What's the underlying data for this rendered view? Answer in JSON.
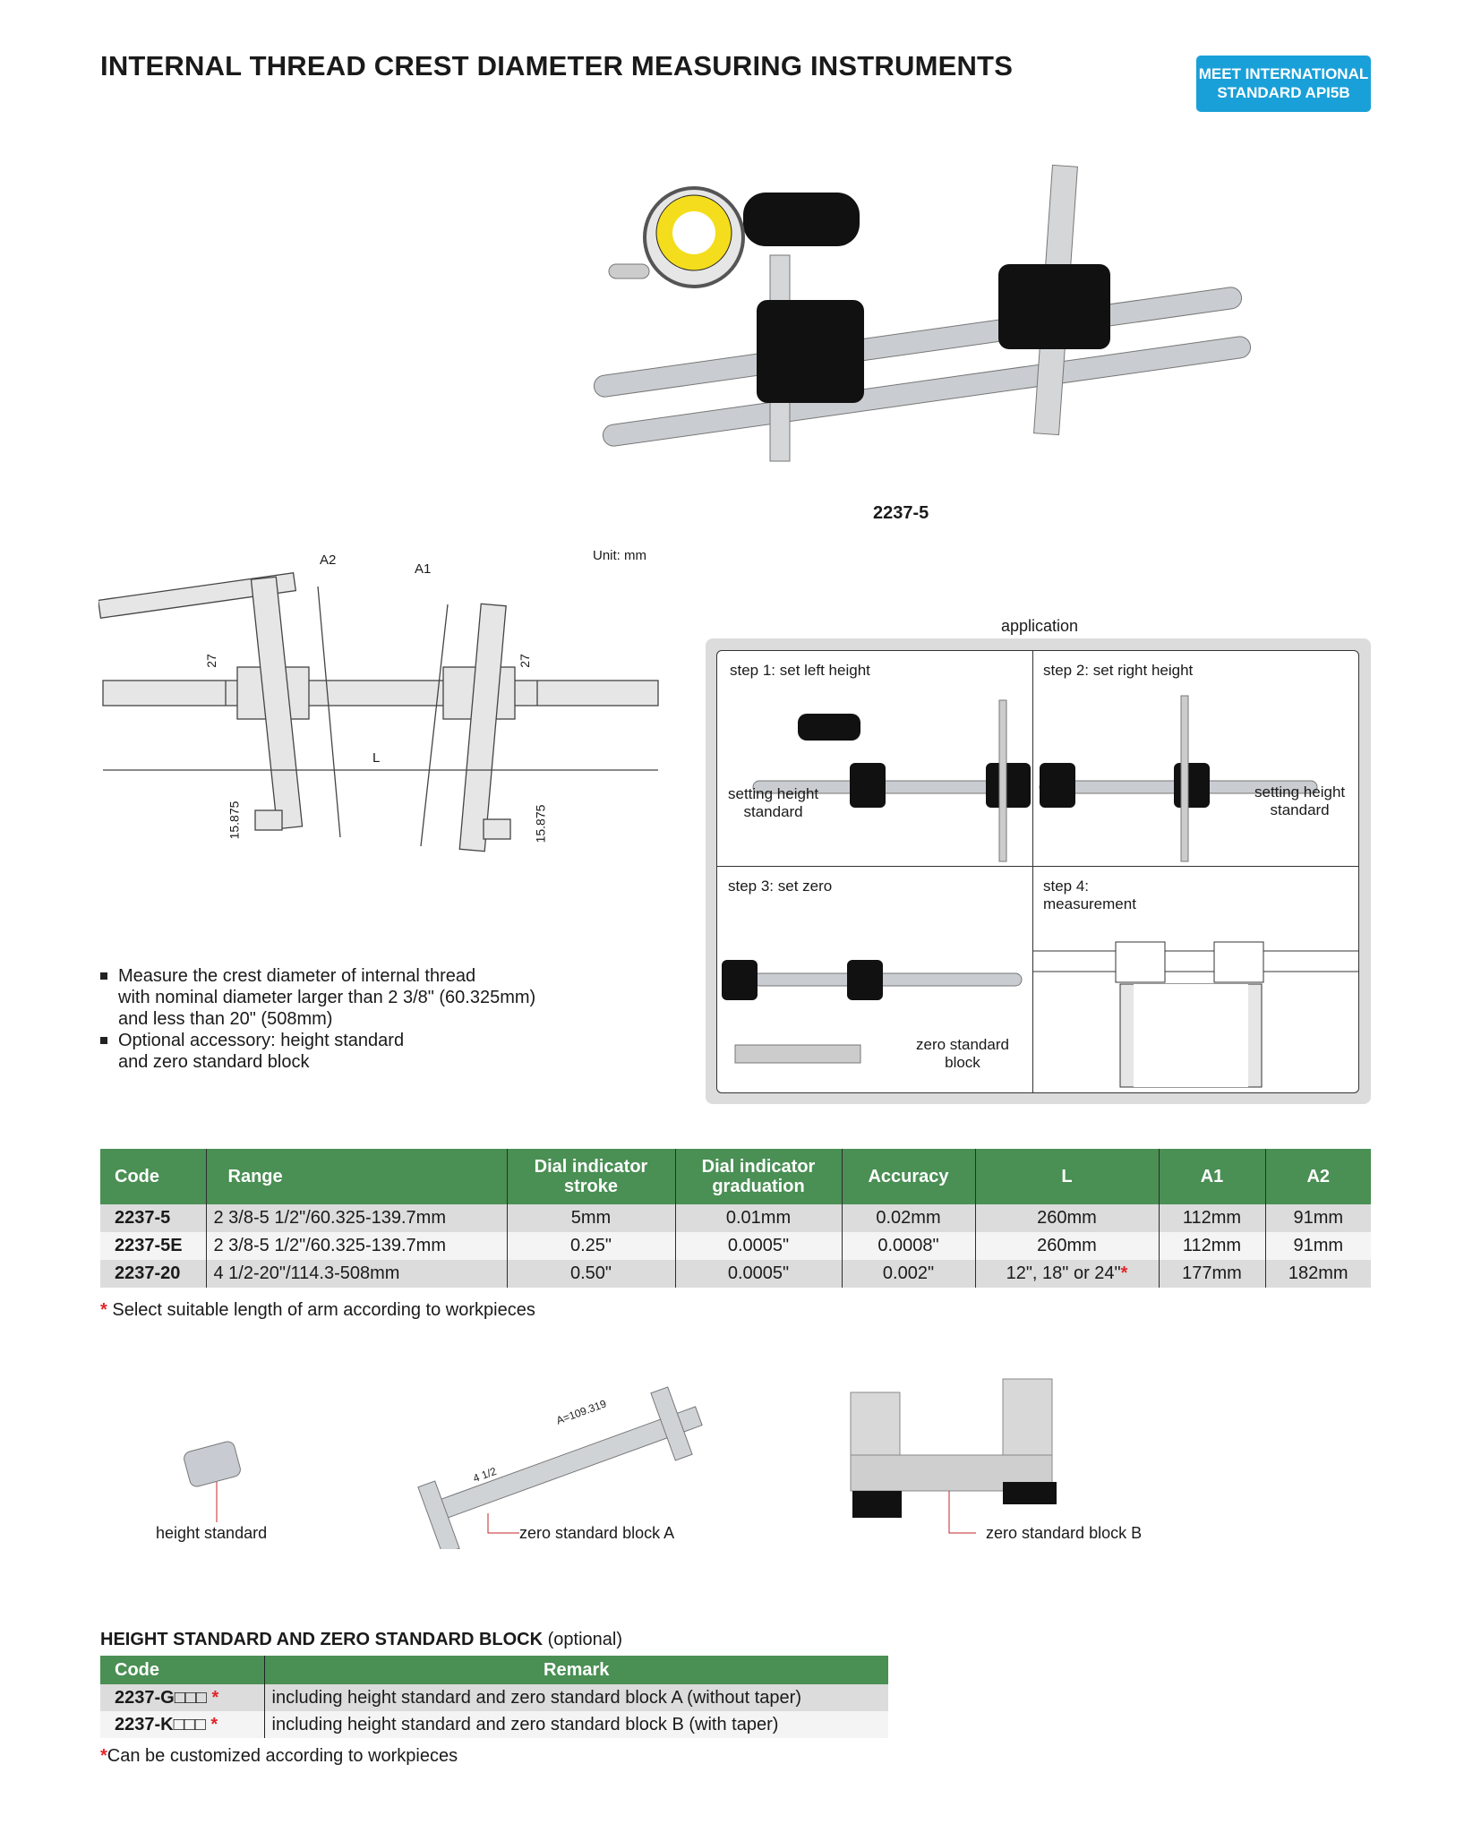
{
  "title": "INTERNAL THREAD CREST DIAMETER MEASURING INSTRUMENTS",
  "badge": {
    "line1": "MEET INTERNATIONAL",
    "line2": "STANDARD API5B",
    "color": "#1aa0d8"
  },
  "product_label": "2237-5",
  "drawing": {
    "unit": "Unit: mm",
    "labels": {
      "a2": "A2",
      "a1": "A1",
      "l": "L",
      "h1": "27",
      "h2": "27",
      "s1": "15.875",
      "s2": "15.875"
    }
  },
  "application": {
    "title": "application",
    "steps": [
      {
        "title": "step 1: set left height",
        "callout1": "setting height",
        "callout2": "standard"
      },
      {
        "title": "step 2: set right height",
        "callout1": "setting height",
        "callout2": "standard"
      },
      {
        "title": "step 3: set zero",
        "callout1": "zero standard",
        "callout2": "block"
      },
      {
        "title": "step 4:",
        "callout1": "measurement"
      }
    ]
  },
  "features": [
    {
      "l1": "Measure the crest diameter of internal thread",
      "l2": "with nominal diameter larger than 2 3/8\" (60.325mm)",
      "l3": "and less than 20\" (508mm)"
    },
    {
      "l1": "Optional accessory: height standard",
      "l2": "and zero standard block"
    }
  ],
  "spec_table": {
    "headers": [
      "Code",
      "Range",
      "Dial indicator stroke",
      "Dial indicator graduation",
      "Accuracy",
      "L",
      "A1",
      "A2"
    ],
    "rows": [
      [
        "2237-5",
        "2 3/8-5 1/2\"/60.325-139.7mm",
        "5mm",
        "0.01mm",
        "0.02mm",
        "260mm",
        "112mm",
        "91mm"
      ],
      [
        "2237-5E",
        "2 3/8-5 1/2\"/60.325-139.7mm",
        "0.25\"",
        "0.0005\"",
        "0.0008\"",
        "260mm",
        "112mm",
        "91mm"
      ],
      [
        "2237-20",
        "4 1/2-20\"/114.3-508mm",
        "0.50\"",
        "0.0005\"",
        "0.002\"",
        "12\", 18\" or 24\"",
        "177mm",
        "182mm"
      ]
    ],
    "star": "*",
    "footnote": "Select suitable length of arm according to workpieces"
  },
  "accessories": {
    "height_standard": "height  standard",
    "block_a": "zero standard block A",
    "block_b": "zero standard block B",
    "block_a_mark1": "4  1/2",
    "block_a_mark2": "A=109.319"
  },
  "optional": {
    "title": "HEIGHT STANDARD AND ZERO STANDARD BLOCK",
    "title_suffix": "(optional)",
    "headers": [
      "Code",
      "Remark"
    ],
    "rows": [
      [
        "2237-G□□□",
        "including height standard and zero standard block A (without taper)"
      ],
      [
        "2237-K□□□",
        "including height standard and zero standard block B (with taper)"
      ]
    ],
    "star": "*",
    "footnote": "Can be customized according to workpieces"
  },
  "colors": {
    "header_green": "#4a8f54",
    "star_red": "#e0262b"
  }
}
